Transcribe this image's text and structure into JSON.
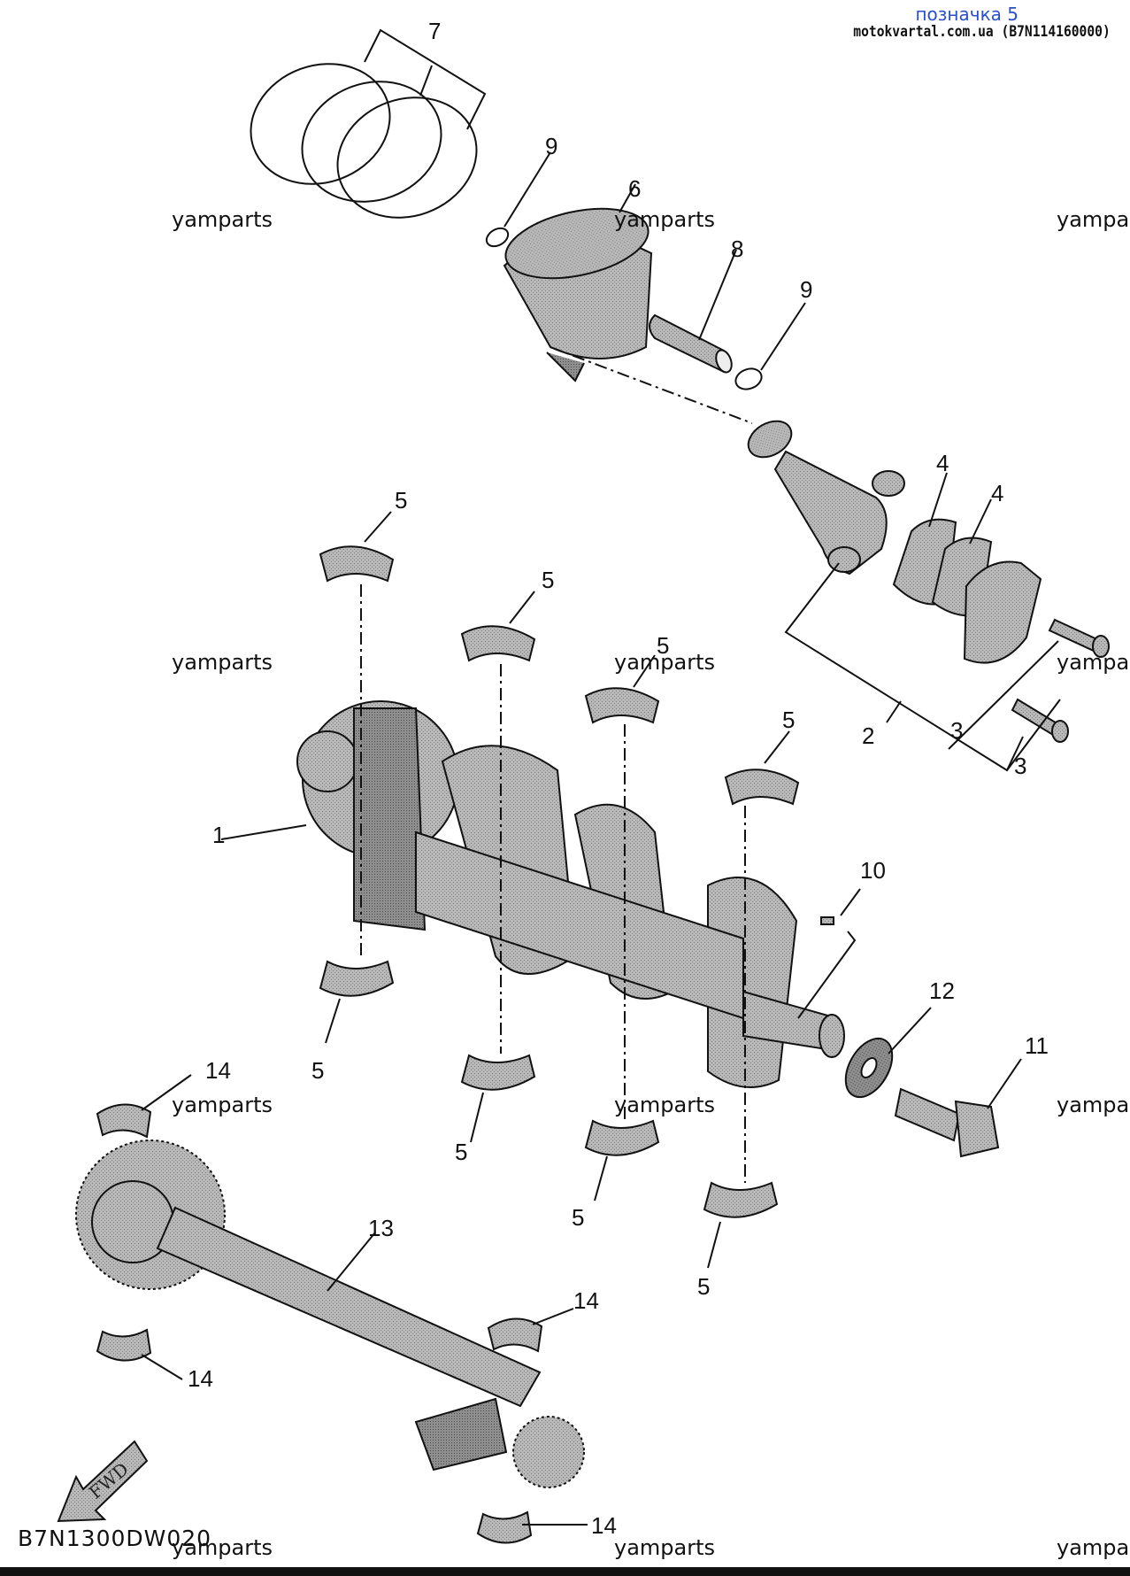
{
  "header": {
    "tag": "позначка 5",
    "source": "motokvartal.com.ua (B7N114160000)"
  },
  "watermark": "yamparts",
  "diagram_code": "B7N1300DW020",
  "fwd_label": "FWD",
  "callouts": {
    "c1": "1",
    "c2": "2",
    "c3a": "3",
    "c3b": "3",
    "c4a": "4",
    "c4b": "4",
    "c5a": "5",
    "c5b": "5",
    "c5c": "5",
    "c5d": "5",
    "c5e": "5",
    "c5f": "5",
    "c5g": "5",
    "c5h": "5",
    "c6": "6",
    "c7": "7",
    "c8": "8",
    "c9a": "9",
    "c9b": "9",
    "c10": "10",
    "c11": "11",
    "c12": "12",
    "c13": "13",
    "c14a": "14",
    "c14b": "14",
    "c14c": "14",
    "c14d": "14"
  },
  "colors": {
    "line": "#111111",
    "part_fill": "#a9a9a9",
    "part_dark": "#6e6e6e",
    "tag": "#2a4fc9"
  }
}
